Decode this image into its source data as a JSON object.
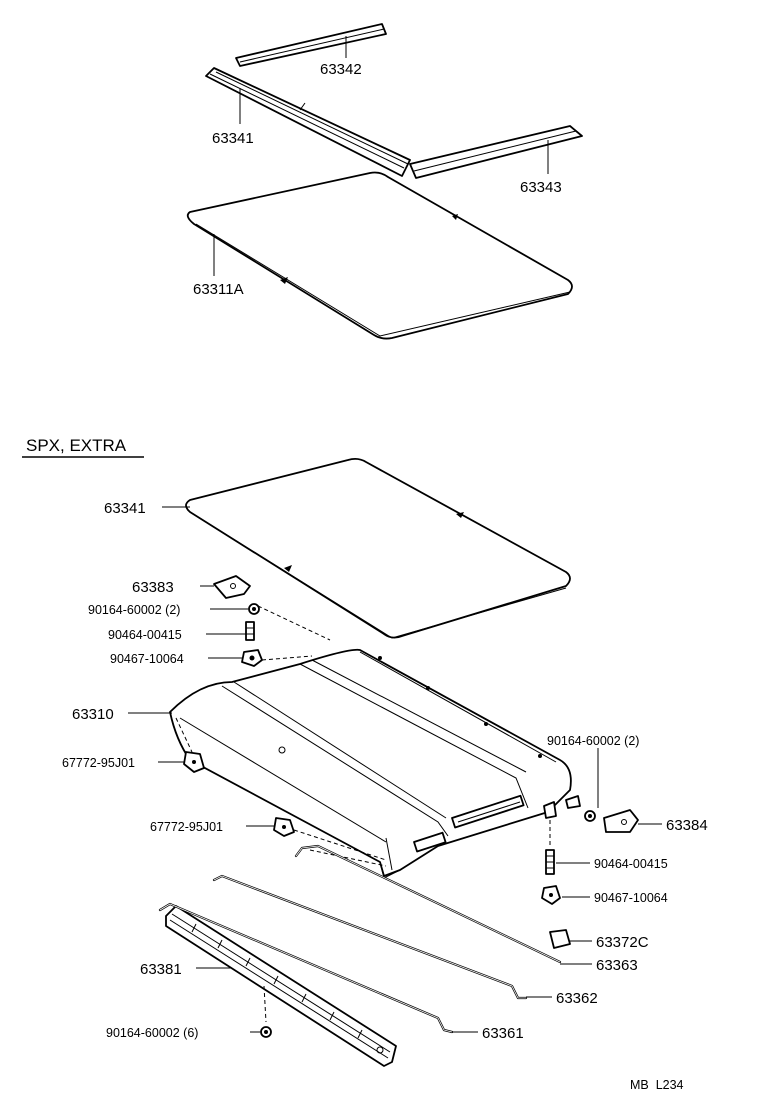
{
  "section_heading": "SPX, EXTRA",
  "diagram_code": "MB  L234",
  "labels": {
    "p63342": "63342",
    "p63341_top": "63341",
    "p63343": "63343",
    "p63311A": "63311A",
    "p63341_lower": "63341",
    "p63383": "63383",
    "p90164_left": "90164-60002 (2)",
    "p90464_left": "90464-00415",
    "p90467_left": "90467-10064",
    "p63310": "63310",
    "p67772_left": "67772-95J01",
    "p67772_mid": "67772-95J01",
    "p90164_right": "90164-60002 (2)",
    "p63384": "63384",
    "p90464_right": "90464-00415",
    "p90467_right": "90467-10064",
    "p63372C": "63372C",
    "p63363": "63363",
    "p63362": "63362",
    "p63381": "63381",
    "p90164_bottom": "90164-60002 (6)",
    "p63361": "63361"
  }
}
